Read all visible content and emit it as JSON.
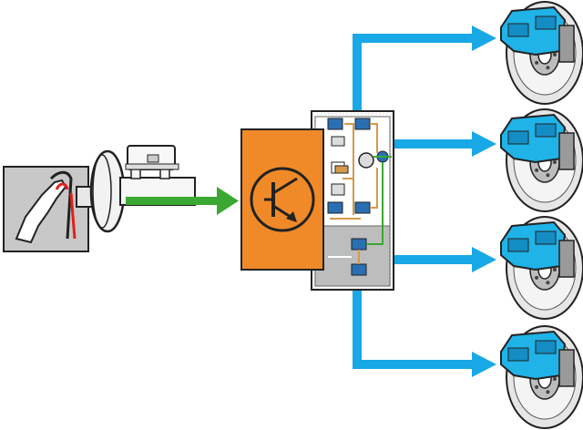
{
  "diagram": {
    "components": {
      "pedal_box": "brake-pedal-with-foot",
      "booster": "brake-booster-and-master-cylinder",
      "control_unit": "abs-control-unit-transistor-symbol",
      "hydraulic_unit": "abs-hydraulic-valve-block",
      "brakes": [
        "front-left-brake-disc",
        "front-right-brake-disc",
        "rear-left-brake-disc",
        "rear-right-brake-disc"
      ]
    },
    "colors": {
      "hydraulic_line": "#18a8e6",
      "input_arrow": "#3aa832",
      "control_unit": "#f08a28",
      "caliper": "#1fb3e8",
      "pedal_panel": "#c8c8c8",
      "pedal_indicator": "#e0201c"
    }
  }
}
